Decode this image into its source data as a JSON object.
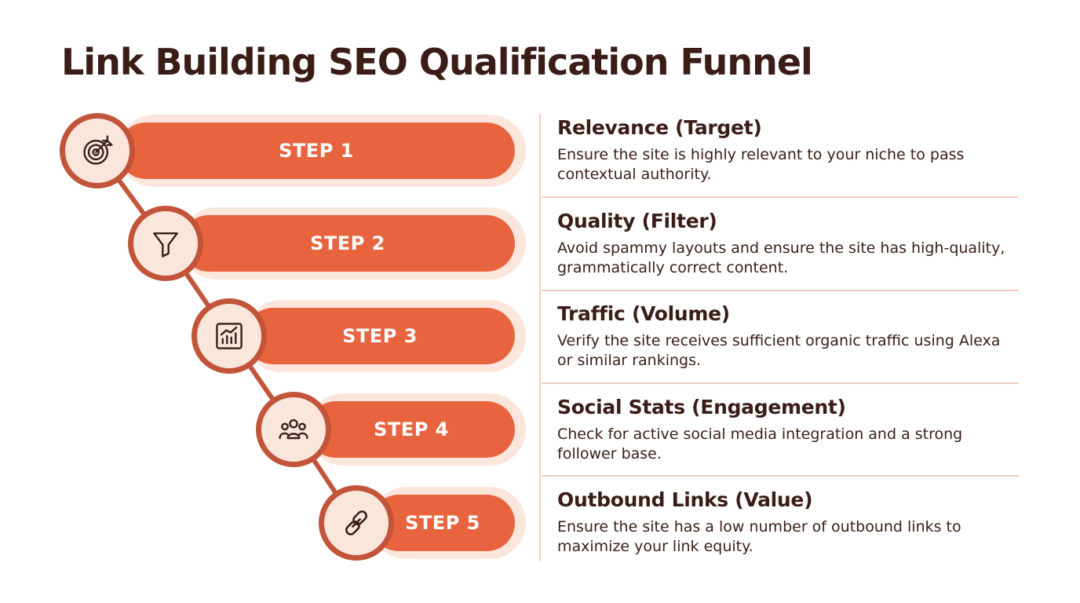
{
  "title": "Link Building SEO Qualification Funnel",
  "colors": {
    "accent": "#e8643f",
    "ring": "#c2543a",
    "light": "#fbe6dc",
    "text": "#3a1d17",
    "divider": "#f1cdbd"
  },
  "steps": [
    {
      "label": "STEP 1",
      "icon": "target-icon",
      "heading": "Relevance (Target)",
      "description": "Ensure the site is highly relevant to your niche to pass contextual authority."
    },
    {
      "label": "STEP 2",
      "icon": "funnel-icon",
      "heading": "Quality (Filter)",
      "description": "Avoid spammy layouts and ensure the site has high-quality, grammatically correct content."
    },
    {
      "label": "STEP 3",
      "icon": "bar-chart-icon",
      "heading": "Traffic (Volume)",
      "description": "Verify the site receives sufficient organic traffic using Alexa or similar rankings."
    },
    {
      "label": "STEP 4",
      "icon": "users-icon",
      "heading": "Social Stats (Engagement)",
      "description": "Check for active social media integration and a strong follower base."
    },
    {
      "label": "STEP 5",
      "icon": "link-icon",
      "heading": "Outbound Links (Value)",
      "description": "Ensure the site has a low number of outbound links to maximize your link equity."
    }
  ]
}
